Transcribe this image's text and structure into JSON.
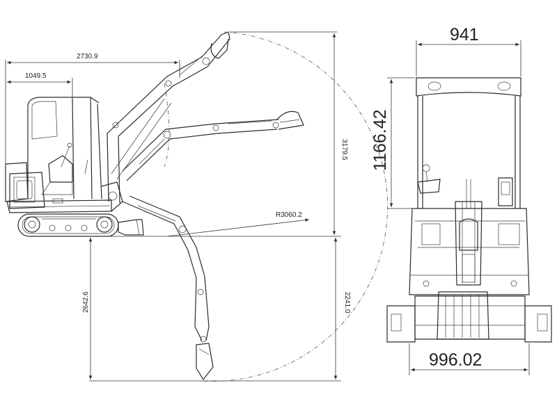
{
  "side_view": {
    "dim_total_length": "2730.9",
    "dim_cab_length": "1049.5",
    "dim_max_height": "3179.5",
    "dim_reach_radius": "R3060.2",
    "dim_dig_depth": "2642.6",
    "dim_vertical_depth": "2241.0"
  },
  "front_view": {
    "dim_canopy_width": "941",
    "dim_canopy_height": "1166.42",
    "dim_track_width": "996.02"
  }
}
